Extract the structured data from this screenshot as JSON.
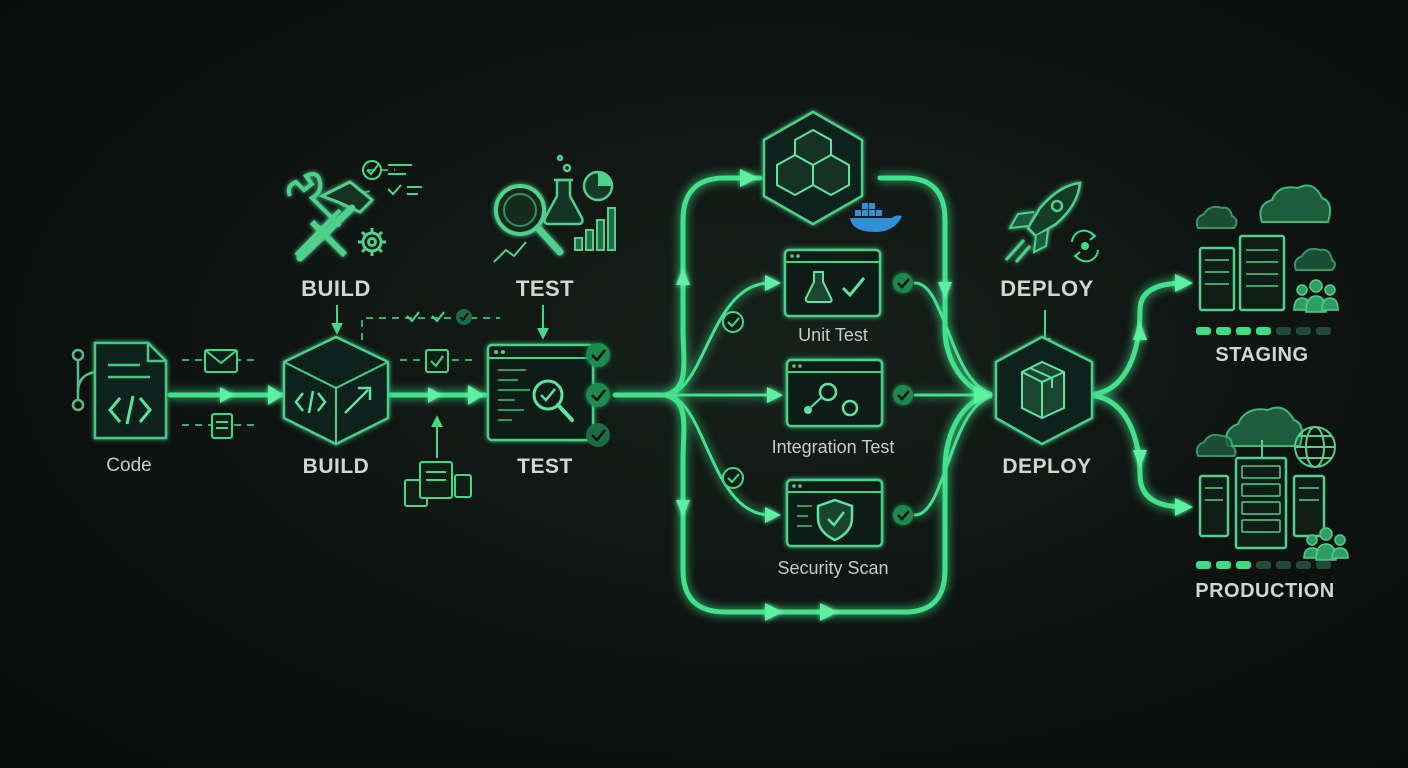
{
  "labels": {
    "code": "Code",
    "build_top": "BUILD",
    "build_bottom": "BUILD",
    "test_top": "TEST",
    "test_bottom": "TEST",
    "unit_test": "Unit Test",
    "integration_test": "Integration Test",
    "security_scan": "Security Scan",
    "deploy_top": "DEPLOY",
    "deploy_bottom": "DEPLOY",
    "staging": "STAGING",
    "production": "PRODUCTION"
  },
  "colors": {
    "accent": "#3ddc84",
    "accent_dim": "#1f6b45",
    "icon_stroke": "#4fbf83",
    "check": "#2fcf6f",
    "docker_blue": "#2f8fd8",
    "background": "#0d1210"
  },
  "icons": [
    "git-branch-icon",
    "code-file-icon",
    "wrench-hammer-icon",
    "gear-icon",
    "code-cube-icon",
    "magnifier-icon",
    "flask-icon",
    "pie-chart-icon",
    "bar-chart-icon",
    "test-window-icon",
    "container-cubes-icon",
    "docker-whale-icon",
    "rocket-icon",
    "sync-icon",
    "package-cube-icon",
    "cloud-icon",
    "server-rack-icon",
    "users-icon",
    "globe-icon",
    "shield-check-icon"
  ],
  "environment_status": {
    "staging_filled_segments": 4,
    "staging_total_segments": 7,
    "production_filled_segments": 3,
    "production_total_segments": 7
  }
}
